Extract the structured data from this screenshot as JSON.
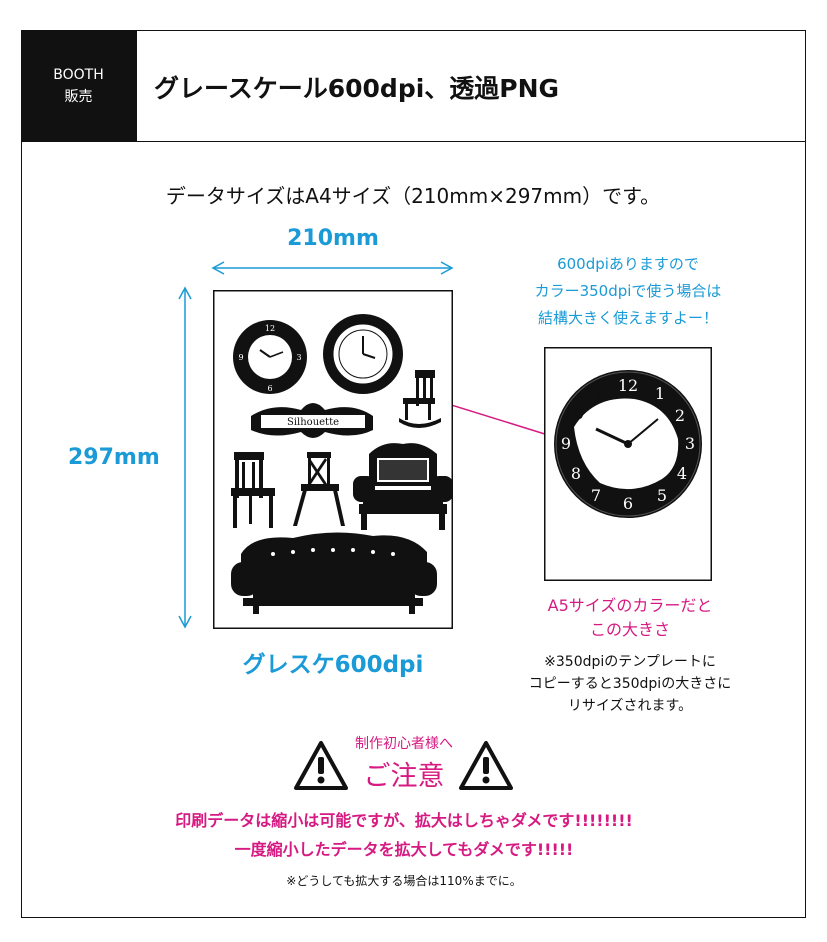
{
  "header": {
    "badge_line1": "BOOTH",
    "badge_line2": "販売",
    "title": "グレースケール600dpi、透過PNG"
  },
  "size_note": "データサイズはA4サイズ（210mm×297mm）です。",
  "a4": {
    "width_label": "210mm",
    "height_label": "297mm",
    "caption": "グレスケ600dpi",
    "emblem_text": "Silhouette"
  },
  "callout": {
    "line1": "600dpiありますので",
    "line2": "カラー350dpiで使う場合は",
    "line3": "結構大きく使えますよー！"
  },
  "a5": {
    "caption_line1": "A5サイズのカラーだと",
    "caption_line2": "この大きさ",
    "note_line1": "※350dpiのテンプレートに",
    "note_line2": "コピーすると350dpiの大きさに",
    "note_line3": "リサイズされます。"
  },
  "warning": {
    "small": "制作初心者様へ",
    "big": "ご注意",
    "line1": "印刷データは縮小は可能ですが、拡大はしちゃダメです!!!!!!!!",
    "line2": "一度縮小したデータを拡大してもダメです!!!!!",
    "note": "※どうしても拡大する場合は110%までに。"
  },
  "colors": {
    "accent_blue": "#1a9ad6",
    "accent_pink": "#d61a82",
    "ink": "#111111"
  }
}
